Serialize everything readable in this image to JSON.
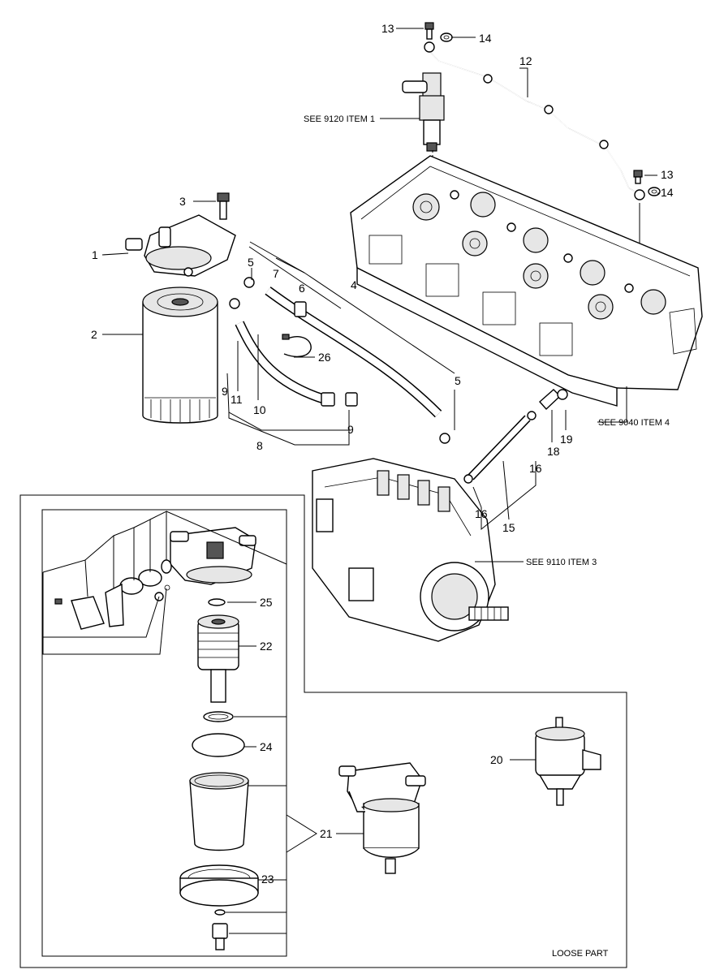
{
  "callouts": {
    "c1": "1",
    "c2": "2",
    "c3": "3",
    "c4": "4",
    "c5a": "5",
    "c5b": "5",
    "c6": "6",
    "c7": "7",
    "c8": "8",
    "c9a": "9",
    "c9b": "9",
    "c10": "10",
    "c11": "11",
    "c12": "12",
    "c13a": "13",
    "c13b": "13",
    "c14a": "14",
    "c14b": "14",
    "c15": "15",
    "c16a": "16",
    "c16b": "16",
    "c18": "18",
    "c19": "19",
    "c20": "20",
    "c21": "21",
    "c22": "22",
    "c23": "23",
    "c24": "24",
    "c25": "25",
    "c26": "26"
  },
  "references": {
    "injector": "SEE 9120 ITEM 1",
    "cylinder_head": "SEE 9040 ITEM 4",
    "pump": "SEE 9110 ITEM 3"
  },
  "inset": {
    "note": "LOOSE PART"
  }
}
